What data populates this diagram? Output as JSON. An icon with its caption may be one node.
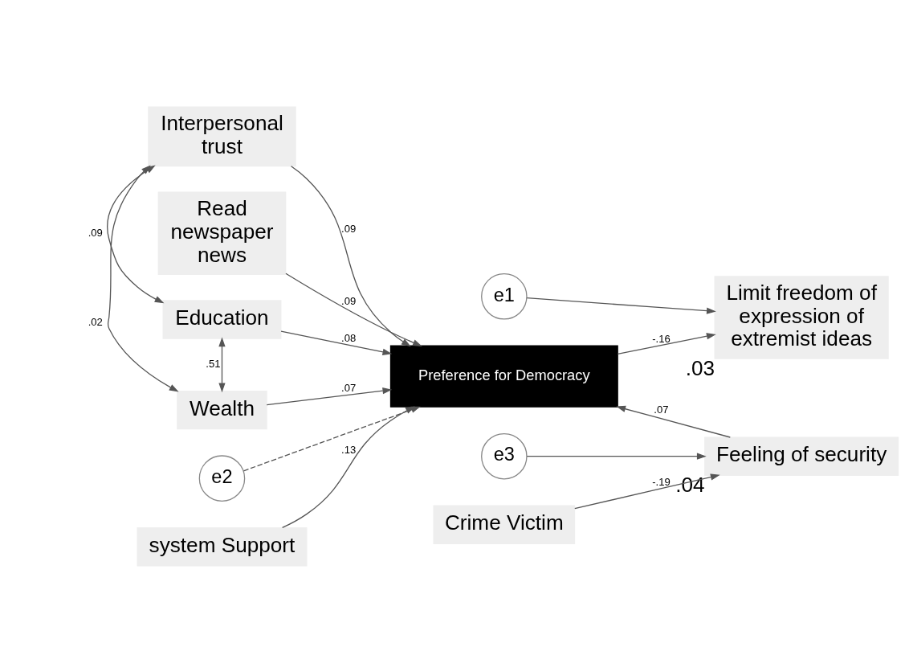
{
  "diagram": {
    "nodes": [
      {
        "text": [
          "Interpersonal trust"
        ]
      },
      {
        "text": [
          "Read newspaper news"
        ]
      },
      {
        "text": [
          "e1"
        ]
      },
      {
        "text": [
          "Education"
        ]
      },
      {
        "text": [
          "e2"
        ]
      },
      {
        "text": [
          "Wealth"
        ]
      },
      {
        "text": [
          "Preference for Democracy"
        ]
      },
      {
        "text": [
          "Limit freedom of expression of extremist ideas"
        ],
        "beside": [
          ".03"
        ]
      },
      {
        "text": [
          "system Support"
        ]
      },
      {
        "text": [
          "e3"
        ]
      },
      {
        "text": [
          "Feeling of security"
        ],
        "beside": [
          ".04"
        ]
      },
      {
        "text": [
          "Crime Victim"
        ]
      }
    ],
    "edges": [
      {
        "from": 0,
        "to": 3,
        "arrow": "both",
        "label": ".09"
      },
      {
        "from": 0,
        "to": 5,
        "arrow": "both",
        "label": ".02"
      },
      {
        "from": 3,
        "to": 5,
        "arrow": "both",
        "label": ".51"
      },
      {
        "from": 0,
        "to": 6,
        "arrow": "to",
        "label": ".09"
      },
      {
        "from": 1,
        "to": 6,
        "arrow": "to",
        "label": ".09"
      },
      {
        "from": 4,
        "to": 6,
        "arrow": "to",
        "style": "dashed"
      },
      {
        "from": 3,
        "to": 6,
        "arrow": "to",
        "label": ".08"
      },
      {
        "from": 5,
        "to": 6,
        "arrow": "to",
        "label": ".07"
      },
      {
        "from": 8,
        "to": 6,
        "arrow": "to",
        "label": ".13"
      },
      {
        "from": 10,
        "to": 6,
        "arrow": "to",
        "label": ".07"
      },
      {
        "from": 6,
        "to": 7,
        "arrow": "to",
        "label": "-.16"
      },
      {
        "from": 2,
        "to": 7,
        "arrow": "to"
      },
      {
        "from": 9,
        "to": 10,
        "arrow": "to"
      },
      {
        "from": 11,
        "to": 10,
        "arrow": "to",
        "label": "-.19"
      }
    ]
  }
}
